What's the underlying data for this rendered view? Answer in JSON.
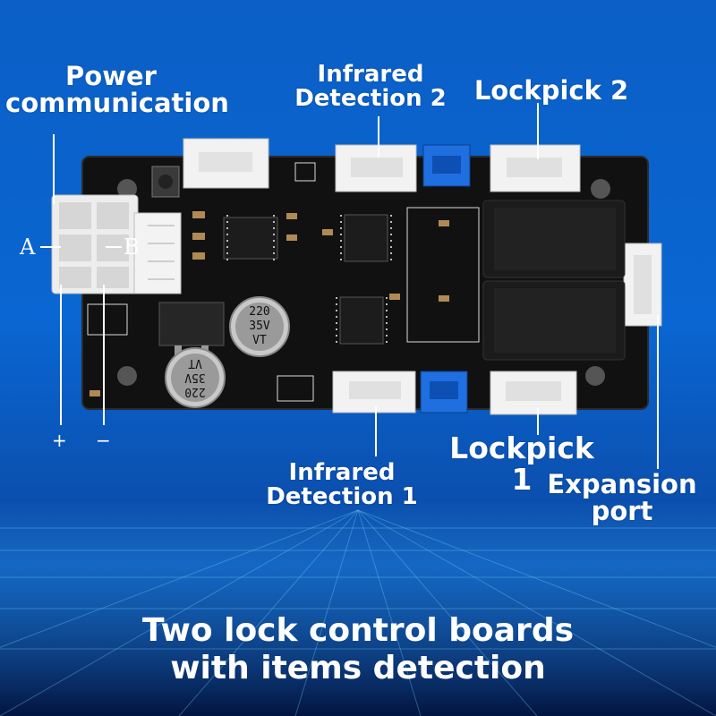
{
  "labels": {
    "power_communication": [
      "Power",
      "communication"
    ],
    "infrared_detection_2": [
      "Infrared",
      "Detection 2"
    ],
    "lockpick_2": "Lockpick 2",
    "lockpick_1": "Lockpick 1",
    "infrared_detection_1": [
      "Infrared",
      "Detection 1"
    ],
    "expansion_port": [
      "Expansion",
      "port"
    ],
    "terminal_a": "A",
    "terminal_b": "B",
    "plus": "+",
    "minus": "−"
  },
  "title": [
    "Two lock control boards",
    "with items detection"
  ],
  "capacitor_text": [
    "220",
    "35V",
    "VT"
  ],
  "colors": {
    "background_top": "#0b5fc6",
    "background_bottom": "#041a4a",
    "pcb": "#111111",
    "connector_white": "#f2f2f2",
    "connector_blue": "#1f6fe0",
    "text": "#ffffff"
  }
}
